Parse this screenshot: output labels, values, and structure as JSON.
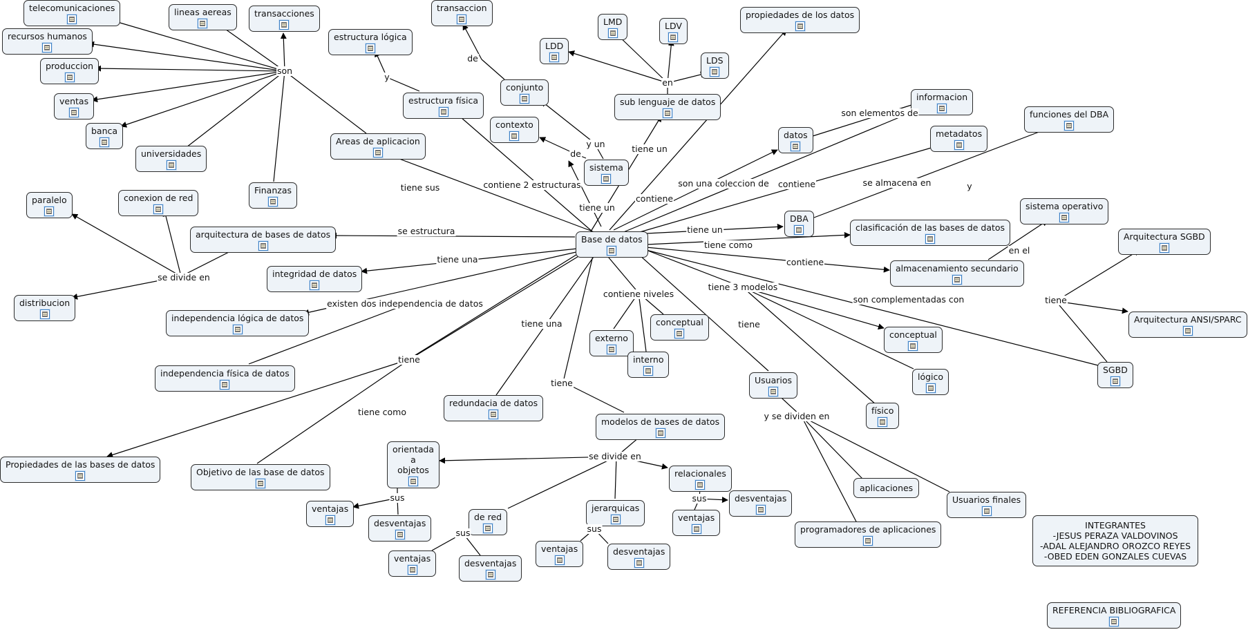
{
  "nodes": {
    "telecom": "telecomunicaciones",
    "rrhh": "recursos humanos",
    "produccion": "produccion",
    "ventas1": "ventas",
    "banca": "banca",
    "universidades": "universidades",
    "lineas": "lineas aereas",
    "transacciones": "transacciones",
    "finanzas": "Finanzas",
    "areas": "Areas de aplicacion",
    "est_logica": "estructura lógica",
    "est_fisica": "estructura física",
    "transaccion": "transaccion",
    "conjunto": "conjunto",
    "contexto": "contexto",
    "sistema": "sistema",
    "ldd": "LDD",
    "lmd": "LMD",
    "ldv": "LDV",
    "lds": "LDS",
    "sublenguaje": "sub lenguaje de datos",
    "prop_datos": "propiedades de los datos",
    "informacion": "informacion",
    "datos": "datos",
    "metadatos": "metadatos",
    "funciones_dba": "funciones del DBA",
    "paralelo": "paralelo",
    "conexion_red": "conexion de red",
    "distribucion": "distribucion",
    "arq_bd": "arquitectura de bases de datos",
    "bd": "Base de datos",
    "dba": "DBA",
    "clasificacion": "clasificación de las bases de datos",
    "so": "sistema operativo",
    "arq_sgbd": "Arquitectura SGBD",
    "arq_ansi": "Arquitectura ANSI/SPARC",
    "almacenamiento": "almacenamiento secundario",
    "integridad": "integridad de datos",
    "indep_logica": "independencia lógica de datos",
    "indep_fisica": "independencia física de datos",
    "conceptual1": "conceptual",
    "externo": "externo",
    "interno": "interno",
    "conceptual2": "conceptual",
    "logico": "lógico",
    "fisico": "físico",
    "sgbd": "SGBD",
    "usuarios": "Usuarios",
    "redundancia": "redundacia de datos",
    "modelos": "modelos de bases de datos",
    "propiedades_bd": "Propiedades de las bases de datos",
    "objetivo": "Objetivo de las base de datos",
    "orientada": "orientada\na\nobjetos",
    "relacionales": "relacionales",
    "desventajas_rel": "desventajas",
    "ventajas_rel": "ventajas",
    "jerarquicas": "jerarquicas",
    "ventajas_jer": "ventajas",
    "desventajas_jer": "desventajas",
    "de_red": "de red",
    "ventajas_red": "ventajas",
    "desventajas_red": "desventajas",
    "ventajas_obj": "ventajas",
    "desventajas_obj": "desventajas",
    "aplicaciones": "aplicaciones",
    "usuarios_finales": "Usuarios finales",
    "programadores": "programadores de aplicaciones",
    "integrantes": "INTEGRANTES\n-JESUS PERAZA VALDOVINOS\n-ADAL ALEJANDRO OROZCO REYES\n-OBED EDEN GONZALES CUEVAS",
    "referencia": "REFERENCIA BIBLIOGRAFICA"
  },
  "link_labels": {
    "son": "son",
    "y1": "y",
    "de1": "de",
    "de2": "de",
    "y_un": "y un",
    "en1": "en",
    "tiene_sus": "tiene sus",
    "contiene_2": "contiene 2 estructuras",
    "tiene_un1": "tiene un",
    "tiene_un2": "tiene un",
    "contiene1": "contiene",
    "son_coleccion": "son una coleccion de",
    "contiene2": "contiene",
    "son_elementos": "son elementos de",
    "se_almacena": "se almacena en",
    "y2": "y",
    "se_estructura": "se estructura",
    "se_divide1": "se divide en",
    "tiene_un3": "tiene un",
    "tiene_como1": "tiene como",
    "contiene3": "contiene",
    "en_el": "en el",
    "tiene_una1": "tiene una",
    "existen": "existen dos independencia de datos",
    "contiene_niveles": "contiene niveles",
    "tiene_3": "tiene 3 modelos",
    "son_complementadas": "son complementadas con",
    "tiene1": "tiene",
    "tiene2": "tiene",
    "tiene_una2": "tiene una",
    "tiene3": "tiene",
    "tiene_como2": "tiene como",
    "tiene4": "tiene",
    "se_divide2": "se divide en",
    "sus1": "sus",
    "sus2": "sus",
    "sus3": "sus",
    "sus4": "sus",
    "y_se_dividen": "y se dividen en"
  },
  "colors": {
    "node_fill": "#eef3f8",
    "node_border": "#2b2b2b",
    "line": "#000000",
    "doc_icon_border": "#3b7fc4"
  },
  "icons": {
    "resource": "document-icon"
  }
}
